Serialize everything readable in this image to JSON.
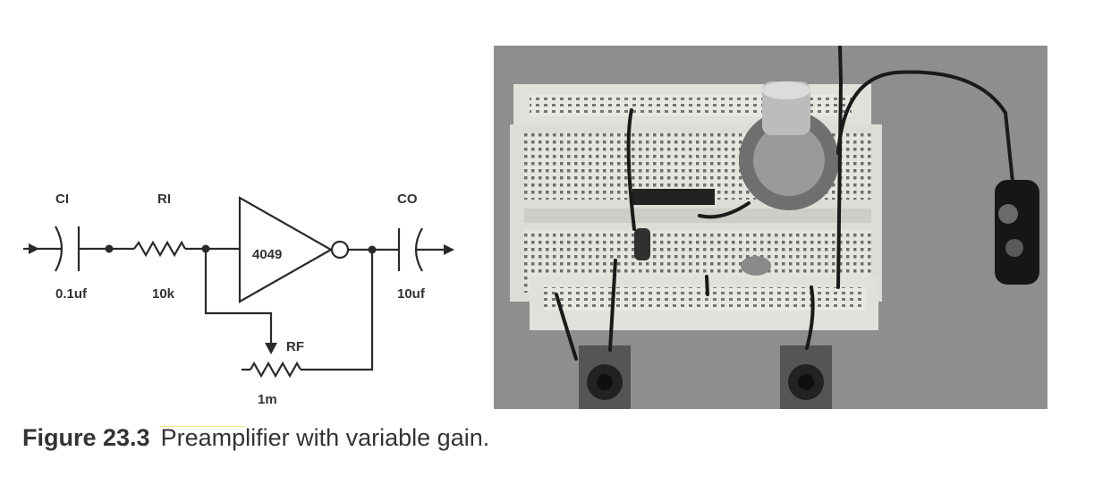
{
  "schematic": {
    "components": {
      "ci": {
        "name": "CI",
        "value": "0.1uf"
      },
      "ri": {
        "name": "RI",
        "value": "10k"
      },
      "ic": {
        "label": "4049"
      },
      "co": {
        "name": "CO",
        "value": "10uf"
      },
      "rf": {
        "name": "RF",
        "value": "1m"
      }
    }
  },
  "caption": {
    "number": "Figure 23.3",
    "text": "Preamplifier with variable gain."
  }
}
